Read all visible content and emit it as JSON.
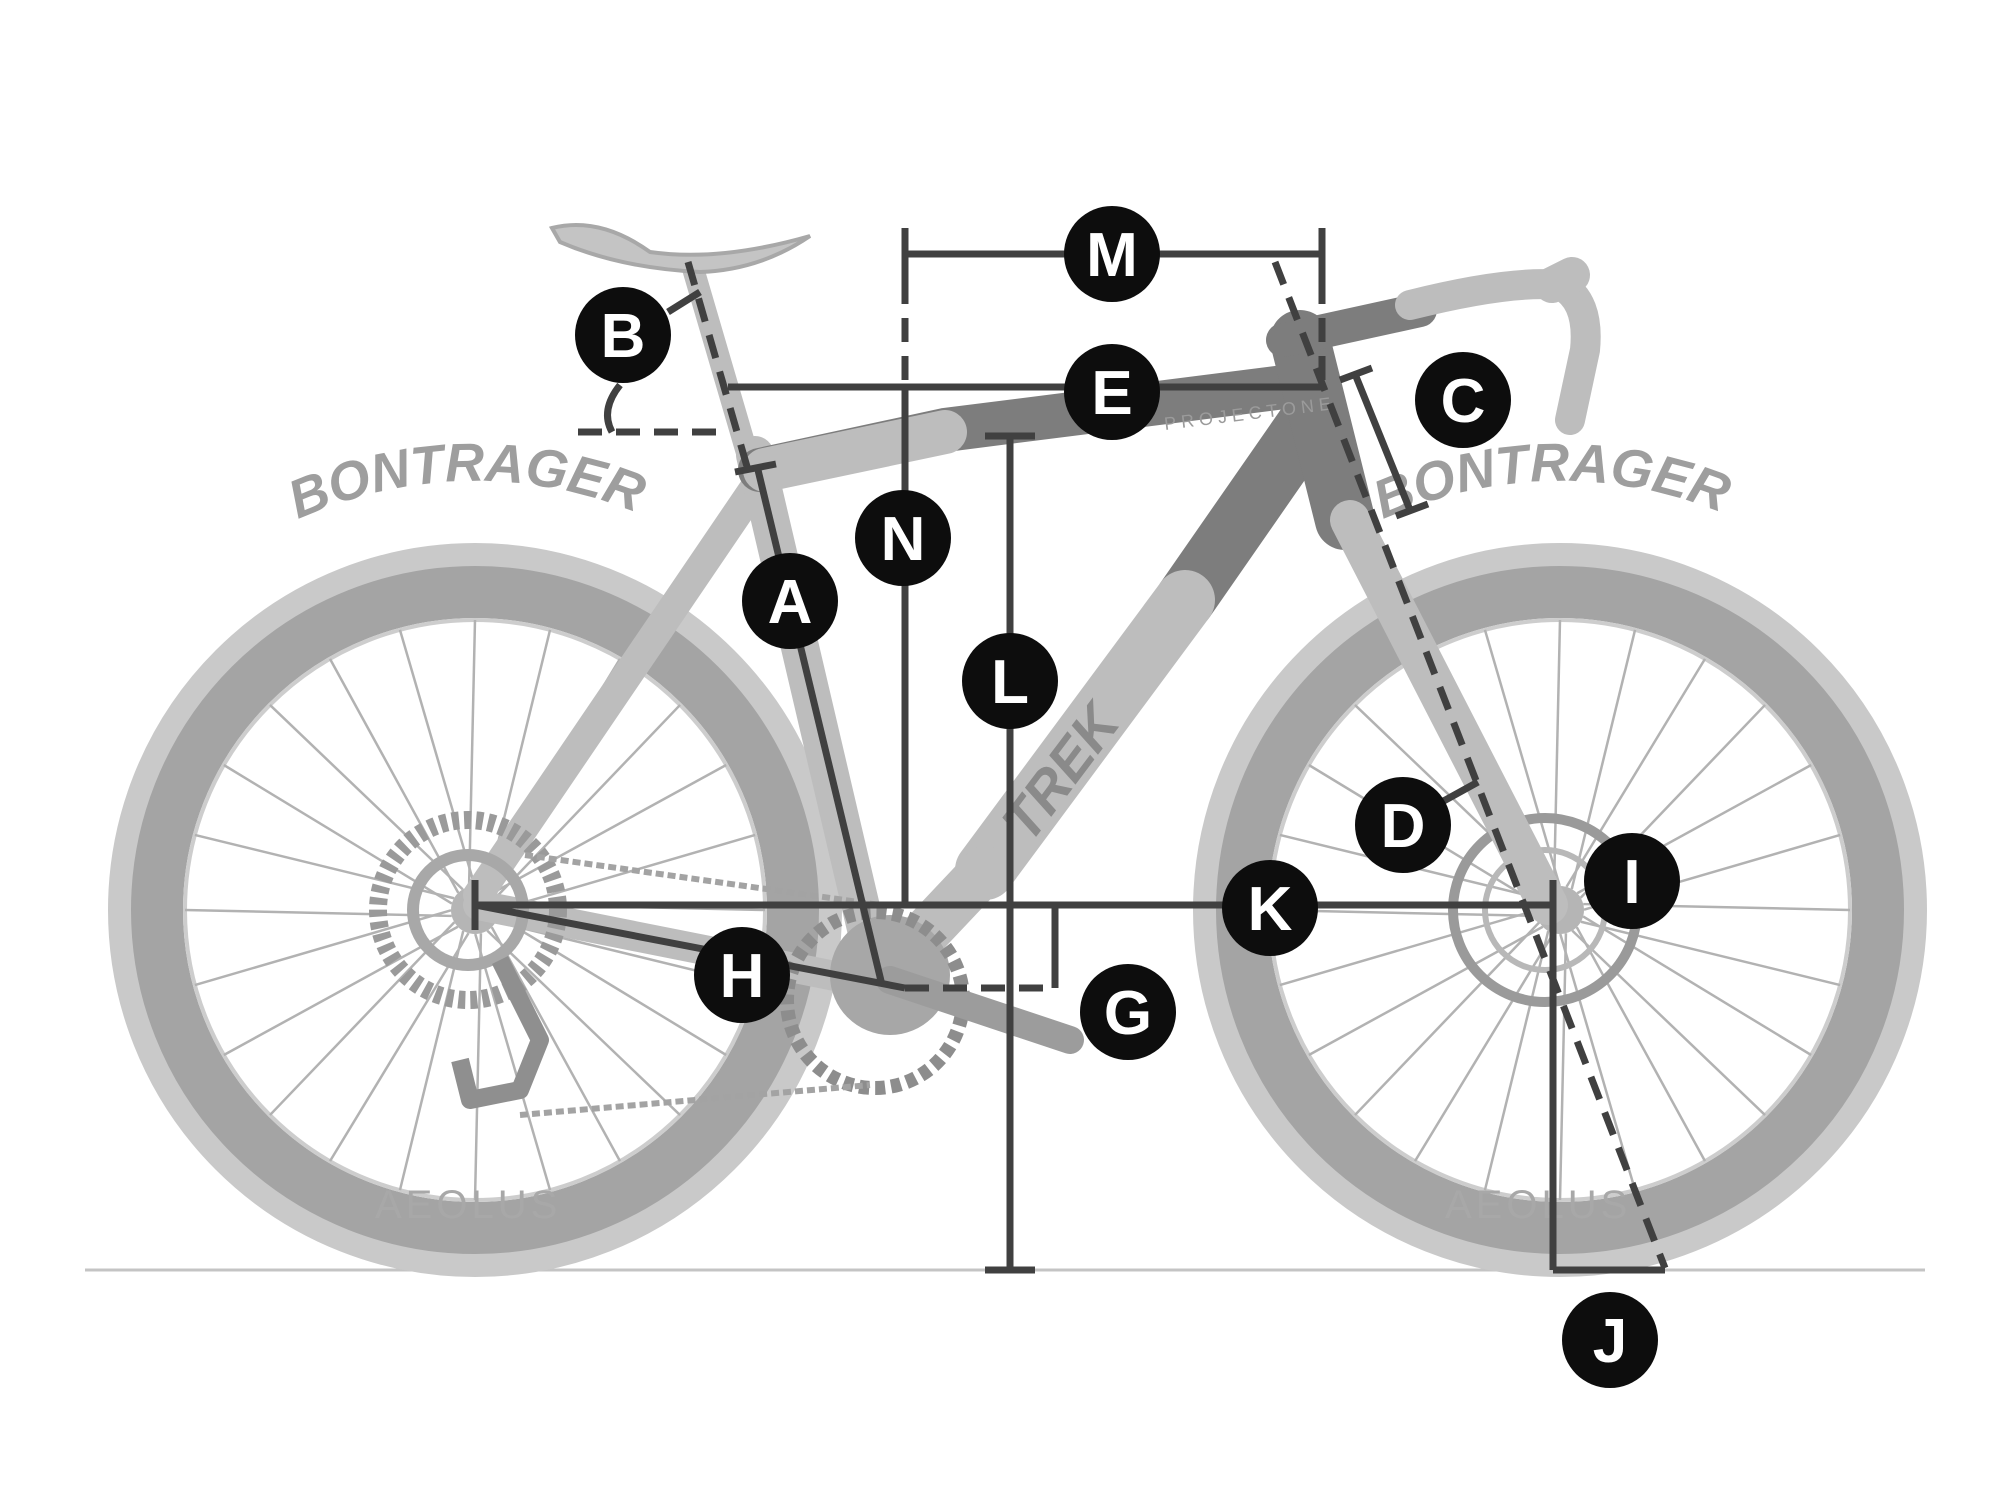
{
  "diagram": {
    "frame_text": {
      "top_tube_brand": "PROJECTONE",
      "down_tube_brand": "TREK"
    },
    "wheel_text": {
      "tire_brand": "BONTRAGER",
      "rim_brand": "AEOLUS"
    },
    "measurement_labels": [
      {
        "id": "M",
        "label": "M"
      },
      {
        "id": "E",
        "label": "E"
      },
      {
        "id": "B",
        "label": "B"
      },
      {
        "id": "C",
        "label": "C"
      },
      {
        "id": "N",
        "label": "N"
      },
      {
        "id": "A",
        "label": "A"
      },
      {
        "id": "L",
        "label": "L"
      },
      {
        "id": "D",
        "label": "D"
      },
      {
        "id": "I",
        "label": "I"
      },
      {
        "id": "K",
        "label": "K"
      },
      {
        "id": "H",
        "label": "H"
      },
      {
        "id": "G",
        "label": "G"
      },
      {
        "id": "J",
        "label": "J"
      }
    ],
    "colors": {
      "measure_line": "#404040",
      "badge_fill": "#0d0d0d",
      "badge_text": "#ffffff",
      "bike_light": "#bdbdbd",
      "bike_dark": "#7d7d7d",
      "ground": "#c4c4c4"
    }
  }
}
